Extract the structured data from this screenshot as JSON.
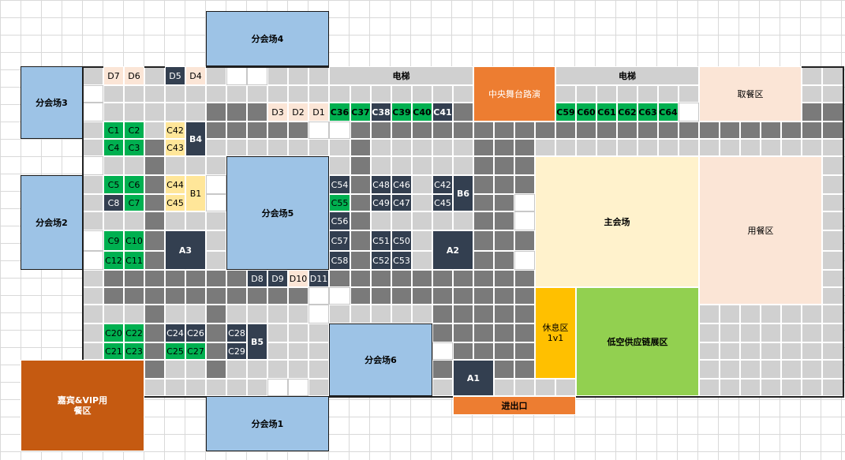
{
  "colors": {
    "blue": "#9dc3e6",
    "navy": "#333f50",
    "green": "#00b050",
    "peach": "#fbe5d6",
    "yellow": "#ffe699",
    "orange": "#ed7d31",
    "brown": "#c55a11",
    "cream": "#fff2cc",
    "gold": "#ffc000",
    "lime": "#92d050",
    "gray": "#d0d0d0"
  },
  "venues": {
    "sub1": "分会场1",
    "sub2": "分会场2",
    "sub3": "分会场3",
    "sub4": "分会场4",
    "sub5": "分会场5",
    "sub6": "分会场6",
    "main": "主会场",
    "elevator_left": "电梯",
    "elevator_right": "电梯",
    "stage_walkway": "中央舞台路演",
    "food_pickup": "取餐区",
    "dining": "用餐区",
    "rest_area": "休息区\n1v1",
    "supply_chain": "低空供应链展区",
    "entrance": "进出口",
    "vip_dining": "嘉宾&VIP用\n餐区"
  },
  "booths": {
    "D7": "D7",
    "D6": "D6",
    "D5": "D5",
    "D4": "D4",
    "D3": "D3",
    "D2": "D2",
    "D1": "D1",
    "D8": "D8",
    "D9": "D9",
    "D10": "D10",
    "D11": "D11",
    "C1": "C1",
    "C2": "C2",
    "C3": "C3",
    "C4": "C4",
    "C5": "C5",
    "C6": "C6",
    "C7": "C7",
    "C8": "C8",
    "C9": "C9",
    "C10": "C10",
    "C11": "C11",
    "C12": "C12",
    "C20": "C20",
    "C21": "C21",
    "C22": "C22",
    "C23": "C23",
    "C24": "C24",
    "C25": "C25",
    "C26": "C26",
    "C27": "C27",
    "C28": "C28",
    "C29": "C29",
    "C42a": "C42",
    "C43": "C43",
    "C44": "C44",
    "C45a": "C45",
    "C36": "C36",
    "C37": "C37",
    "C38": "C38",
    "C39": "C39",
    "C40": "C40",
    "C41": "C41",
    "C54": "C54",
    "C55": "C55",
    "C56": "C56",
    "C57": "C57",
    "C58": "C58",
    "C48": "C48",
    "C46": "C46",
    "C49": "C49",
    "C47": "C47",
    "C51": "C51",
    "C50": "C50",
    "C52": "C52",
    "C53": "C53",
    "C42b": "C42",
    "C45b": "C45",
    "C59": "C59",
    "C60": "C60",
    "C61": "C61",
    "C62": "C62",
    "C63": "C63",
    "C64": "C64",
    "B1": "B1",
    "B4": "B4",
    "B5": "B5",
    "B6": "B6",
    "A1": "A1",
    "A2": "A2",
    "A3": "A3"
  }
}
